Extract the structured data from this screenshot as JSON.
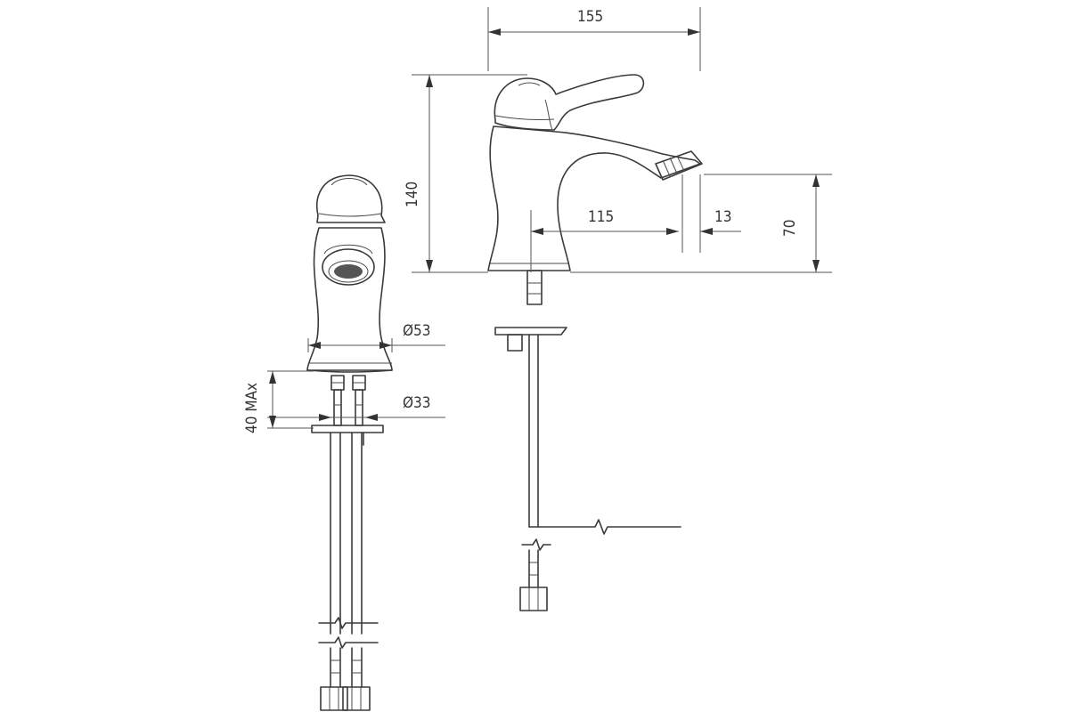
{
  "dimensions": {
    "overall_reach": "155",
    "overall_height": "140",
    "spout_projection": "115",
    "outlet_diameter": "13",
    "outlet_height": "70",
    "base_diameter": "Ø53",
    "shank_diameter": "Ø33",
    "max_deck_thickness": "40 MAx"
  }
}
